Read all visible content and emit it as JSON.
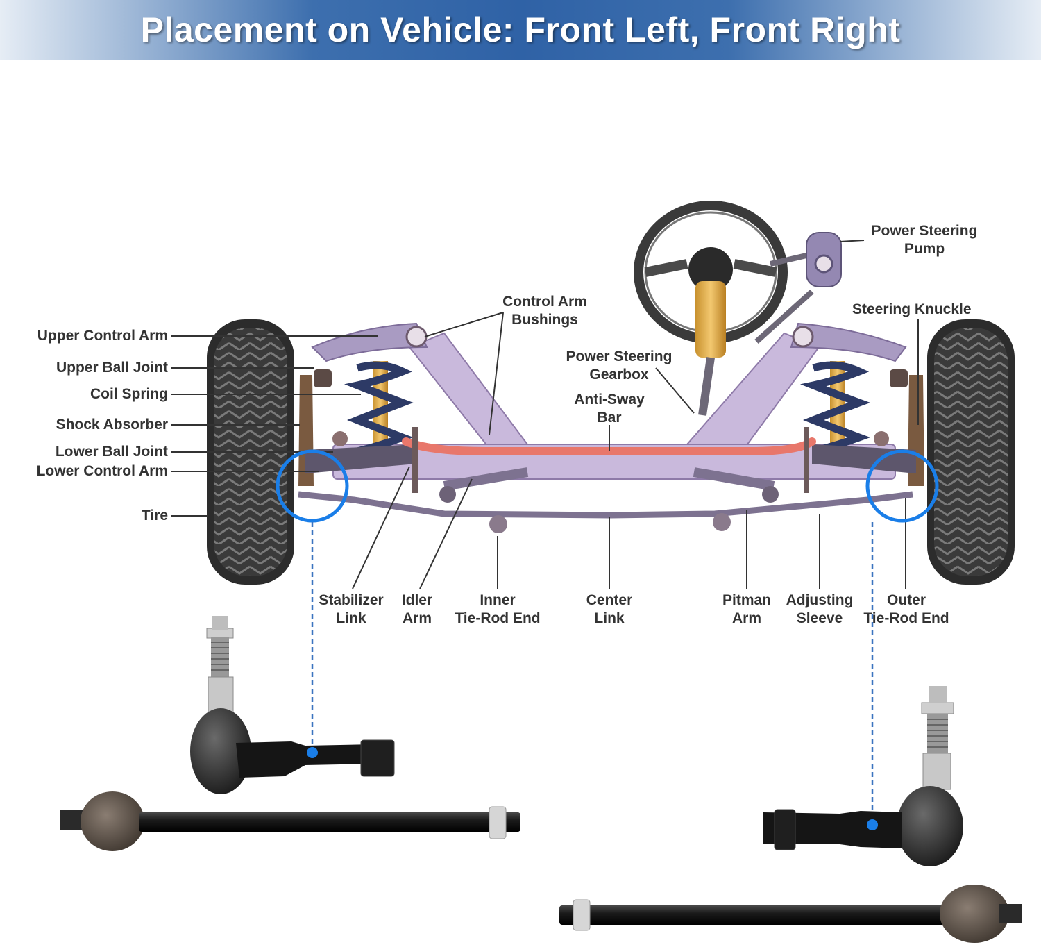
{
  "title": "Placement on Vehicle: Front Left, Front Right",
  "labels": {
    "upper_control_arm": "Upper Control Arm",
    "upper_ball_joint": "Upper Ball Joint",
    "coil_spring": "Coil Spring",
    "shock_absorber": "Shock Absorber",
    "lower_ball_joint": "Lower Ball Joint",
    "lower_control_arm": "Lower Control Arm",
    "tire": "Tire",
    "control_arm_bushings": [
      "Control Arm",
      "Bushings"
    ],
    "power_steering_gearbox": [
      "Power Steering",
      "Gearbox"
    ],
    "anti_sway_bar": [
      "Anti-Sway",
      "Bar"
    ],
    "power_steering_pump": [
      "Power Steering",
      "Pump"
    ],
    "steering_knuckle": "Steering Knuckle",
    "stabilizer_link": [
      "Stabilizer",
      "Link"
    ],
    "idler_arm": [
      "Idler",
      "Arm"
    ],
    "inner_tie_rod_end": [
      "Inner",
      "Tie-Rod End"
    ],
    "center_link": [
      "Center",
      "Link"
    ],
    "pitman_arm": [
      "Pitman",
      "Arm"
    ],
    "adjusting_sleeve": [
      "Adjusting",
      "Sleeve"
    ],
    "outer_tie_rod_end": [
      "Outer",
      "Tie-Rod End"
    ]
  },
  "colors": {
    "banner": "#2f62a6",
    "frame": "#c9b9dc",
    "anti_sway_bar": "#e8776b",
    "highlight_circle": "#1a7ee8",
    "label_text": "#333333"
  }
}
